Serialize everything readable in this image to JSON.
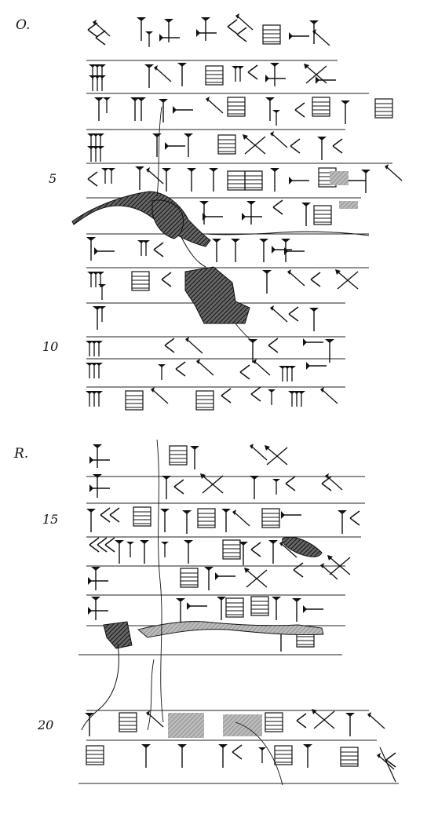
{
  "obverse": {
    "label": "O.",
    "line_numbers": [
      "5",
      "10"
    ]
  },
  "reverse": {
    "label": "R.",
    "line_numbers": [
      "15",
      "20"
    ]
  },
  "colors": {
    "ink": "#1a1a1a",
    "paper": "#ffffff",
    "damage": "#3a3a3a"
  }
}
